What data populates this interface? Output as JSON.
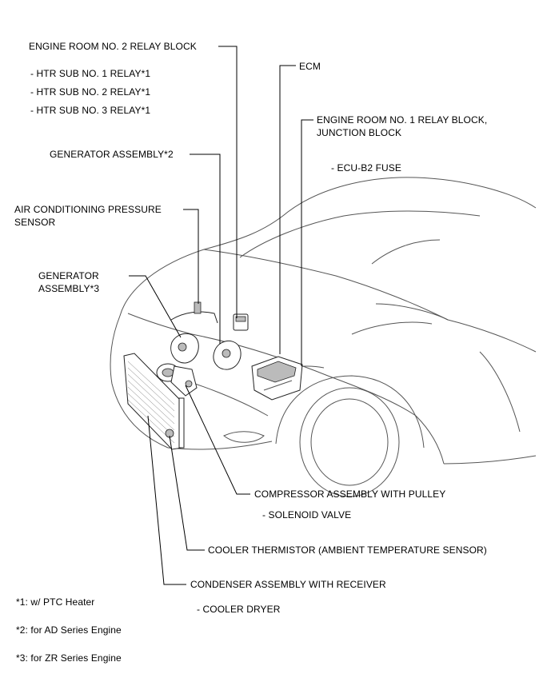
{
  "labels": {
    "relay_block_2": "ENGINE ROOM NO. 2 RELAY BLOCK",
    "htr_sub_1": "- HTR SUB NO. 1 RELAY*1",
    "htr_sub_2": "- HTR SUB NO. 2 RELAY*1",
    "htr_sub_3": "- HTR SUB NO. 3 RELAY*1",
    "ecm": "ECM",
    "relay_block_1_line1": "ENGINE ROOM NO. 1 RELAY BLOCK,",
    "relay_block_1_line2": "JUNCTION BLOCK",
    "ecu_b2_fuse": "- ECU-B2 FUSE",
    "generator_2": "GENERATOR ASSEMBLY*2",
    "ac_pressure_line1": "AIR CONDITIONING PRESSURE",
    "ac_pressure_line2": "SENSOR",
    "generator_3_line1": "GENERATOR",
    "generator_3_line2": "ASSEMBLY*3",
    "compressor": "COMPRESSOR ASSEMBLY WITH PULLEY",
    "solenoid": "- SOLENOID VALVE",
    "thermistor": "COOLER THERMISTOR (AMBIENT TEMPERATURE SENSOR)",
    "condenser": "CONDENSER ASSEMBLY WITH RECEIVER",
    "dryer": "- COOLER DRYER"
  },
  "footnotes": {
    "note1": "*1: w/ PTC Heater",
    "note2": "*2: for AD Series Engine",
    "note3": "*3: for ZR Series Engine"
  }
}
